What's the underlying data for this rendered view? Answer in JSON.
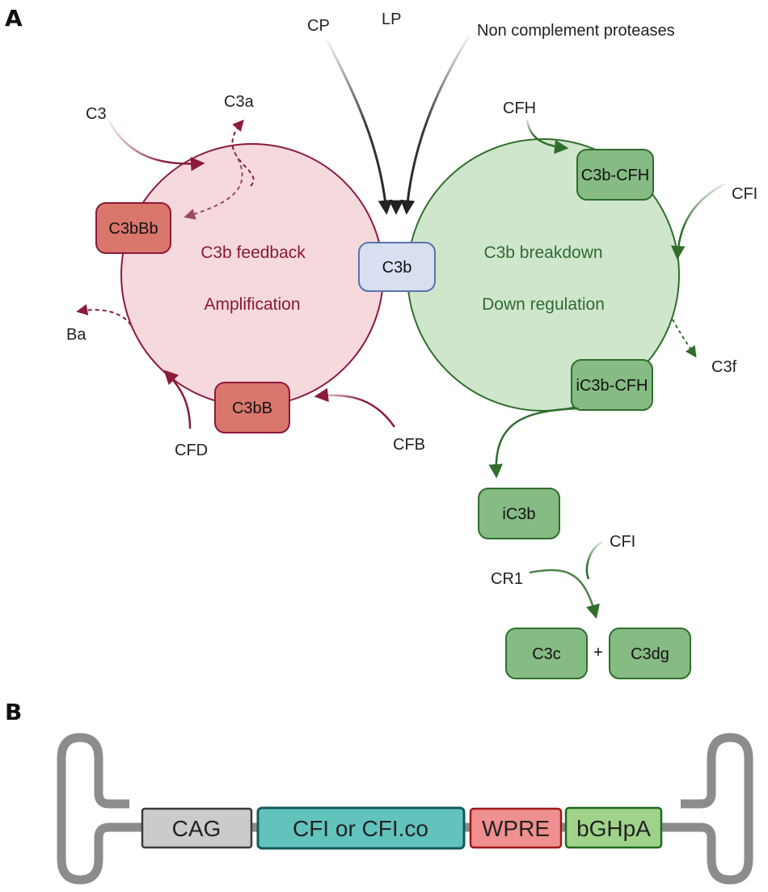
{
  "panels": {
    "a": {
      "label": "A"
    },
    "b": {
      "label": "B"
    }
  },
  "colors": {
    "amplification_fill": "#f5d9dd",
    "amplification_stroke": "#8b1a3b",
    "breakdown_fill": "#cfe6cd",
    "breakdown_stroke": "#2f6e2c",
    "red_box_fill": "#d9776c",
    "green_box_fill": "#86bb84",
    "c3b_fill": "#d7dff0",
    "c3b_stroke": "#5a73ad",
    "backbone": "#8c8c8c",
    "cag_fill": "#cccaca",
    "cfi_fill": "#62c3bd",
    "wpre_fill": "#ef8f8f",
    "bghpa_fill": "#9fd38a"
  },
  "inputs": {
    "cp": "CP",
    "lp": "LP",
    "ncp": "Non complement proteases"
  },
  "amplification": {
    "title": "C3b feedback",
    "subtitle": "Amplification",
    "c3": "C3",
    "c3a": "C3a",
    "ba": "Ba",
    "cfd": "CFD",
    "cfb": "CFB",
    "c3bbb": "C3bBb",
    "c3bb": "C3bB"
  },
  "center": {
    "c3b": "C3b"
  },
  "breakdown": {
    "title": "C3b breakdown",
    "subtitle": "Down regulation",
    "cfh": "CFH",
    "cfi": "CFI",
    "c3f": "C3f",
    "c3b_cfh": "C3b-CFH",
    "ic3b_cfh": "iC3b-CFH",
    "ic3b": "iC3b",
    "cfi2": "CFI",
    "cr1": "CR1",
    "c3c": "C3c",
    "plus": "+",
    "c3dg": "C3dg"
  },
  "vector": {
    "elements": [
      {
        "label": "CAG"
      },
      {
        "label": "CFI or CFI.co"
      },
      {
        "label": "WPRE"
      },
      {
        "label": "bGHpA"
      }
    ]
  }
}
